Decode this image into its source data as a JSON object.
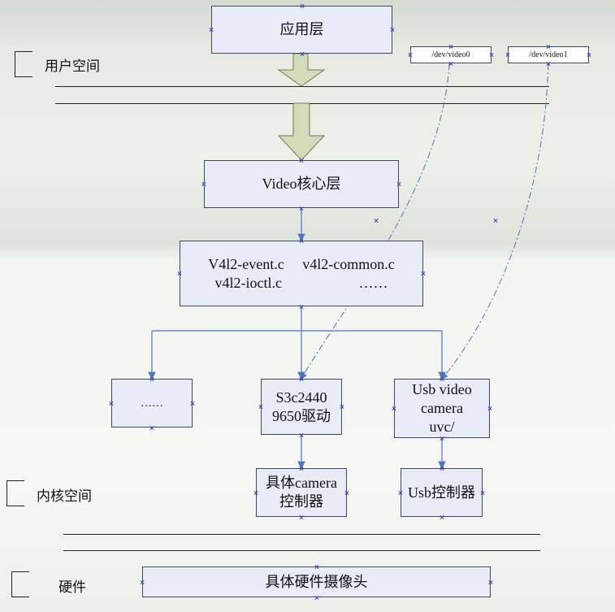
{
  "zones": {
    "user_space": "用户空间",
    "kernel_space": "内核空间",
    "hardware": "硬件"
  },
  "boxes": {
    "app_layer": "应用层",
    "video_core": "Video核心层",
    "v4l2_files": "V4l2-event.c     v4l2-common.c\nv4l2-ioctl.c                     ……",
    "other_driver": "……",
    "s3c2440_driver": "S3c2440\n9650驱动",
    "usb_video": "Usb video\ncamera\nuvc/",
    "camera_controller": "具体camera\n控制器",
    "usb_controller": "Usb控制器",
    "camera_hardware": "具体硬件摄像头"
  },
  "device_nodes": {
    "video0": "/dev/video0",
    "video1": "/dev/video1"
  },
  "colors": {
    "box_fill": "#e7ecf7",
    "box_border": "#3c4a64",
    "connector": "#4a74c9",
    "arrow_fill": "#d3dcb8",
    "arrow_stroke": "#6e7a5a",
    "marker": "#3b3bcc"
  }
}
